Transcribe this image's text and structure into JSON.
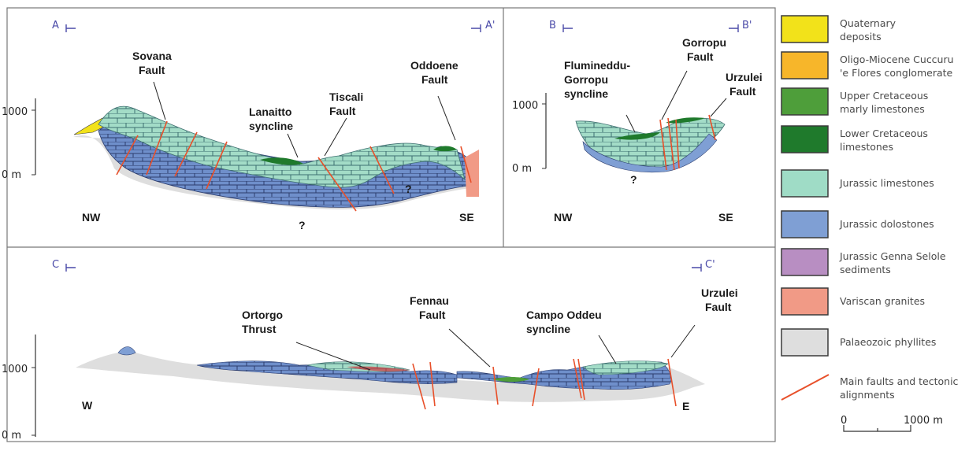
{
  "sections": {
    "a": {
      "start": "A",
      "end": "A'"
    },
    "b": {
      "start": "B",
      "end": "B'"
    },
    "c": {
      "start": "C",
      "end": "C'"
    }
  },
  "elevation_ticks": {
    "top": "1000",
    "bottom": "0 m"
  },
  "directions": {
    "a_left": "NW",
    "a_right": "SE",
    "b_left": "NW",
    "b_right": "SE",
    "c_left": "W",
    "c_right": "E"
  },
  "unknown_marker": "?",
  "labels": {
    "sovana": [
      "Sovana",
      "Fault"
    ],
    "lanaitto": [
      "Lanaitto",
      "syncline"
    ],
    "tiscali": [
      "Tiscali",
      "Fault"
    ],
    "oddoene": [
      "Oddoene",
      "Fault"
    ],
    "flumineddu": [
      "Flumineddu-",
      "Gorropu",
      "syncline"
    ],
    "gorropu": [
      "Gorropu",
      "Fault"
    ],
    "urzulei_b": [
      "Urzulei",
      "Fault"
    ],
    "ortorgo": [
      "Ortorgo",
      "Thrust"
    ],
    "fennau": [
      "Fennau",
      "Fault"
    ],
    "campo_oddeu": [
      "Campo Oddeu",
      "syncline"
    ],
    "urzulei_c": [
      "Urzulei",
      "Fault"
    ]
  },
  "legend": [
    {
      "lines": [
        "Quaternary",
        "deposits"
      ],
      "color": "#f2e21a"
    },
    {
      "lines": [
        "Oligo-Miocene Cuccuru",
        "'e Flores conglomerate"
      ],
      "color": "#f7b62a"
    },
    {
      "lines": [
        "Upper Cretaceous",
        "marly limestones"
      ],
      "color": "#4e9e3a"
    },
    {
      "lines": [
        "Lower Cretaceous",
        "limestones"
      ],
      "color": "#1f7a2c"
    },
    {
      "lines": [
        "Jurassic limestones"
      ],
      "color": "#9fdcc6"
    },
    {
      "lines": [
        "Jurassic dolostones"
      ],
      "color": "#7f9fd4"
    },
    {
      "lines": [
        "Jurassic Genna Selole",
        "sediments"
      ],
      "color": "#b88ec2"
    },
    {
      "lines": [
        "Variscan granites"
      ],
      "color": "#f19a86"
    },
    {
      "lines": [
        "Palaeozoic phyllites"
      ],
      "color": "#dedede"
    },
    {
      "lines": [
        "Main faults and tectonic",
        "alignments"
      ],
      "color": "#e8502a"
    }
  ],
  "scale_bar": {
    "start": "0",
    "end": "1000 m"
  }
}
